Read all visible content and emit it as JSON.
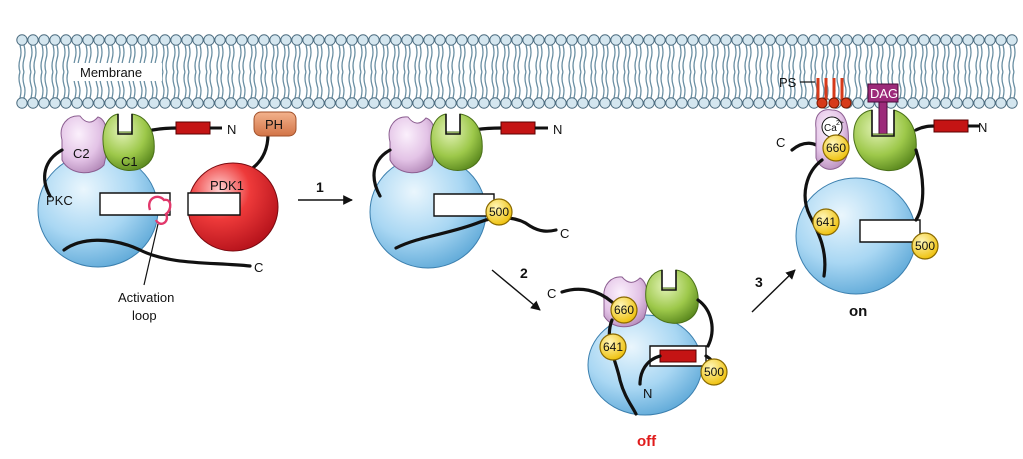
{
  "membrane": {
    "label": "Membrane"
  },
  "labels": {
    "pkc": "PKC",
    "c2": "C2",
    "c1": "C1",
    "n_terminus": "N",
    "c_terminus": "C",
    "ph": "PH",
    "pdk1": "PDK1",
    "activation_loop": "Activation",
    "activation_loop_2": "loop",
    "ps": "PS",
    "dag": "DAG",
    "calcium": "Ca",
    "calcium_charge": "2+"
  },
  "sites": {
    "s500": "500",
    "s641": "641",
    "s660": "660"
  },
  "steps": {
    "step1": "1",
    "step2": "2",
    "step3": "3"
  },
  "states": {
    "off": "off",
    "on": "on"
  },
  "colors": {
    "membrane_head": "#d4e6ef",
    "membrane_tail": "#6a8fa3",
    "pkc_body": "#a9d7f3",
    "c2_domain": "#e3c3e6",
    "c1_domain": "#9dc84a",
    "pdk1": "#e0252d",
    "ph_domain": "#e08c5f",
    "pseudosubstrate": "#c41414",
    "phospho_site": "#f3cd16",
    "ps_lipid": "#d63a1a",
    "dag": "#9c2a7a",
    "activation_loop": "#e2386b",
    "off_text": "#e01b1b",
    "on_text": "#111111"
  }
}
